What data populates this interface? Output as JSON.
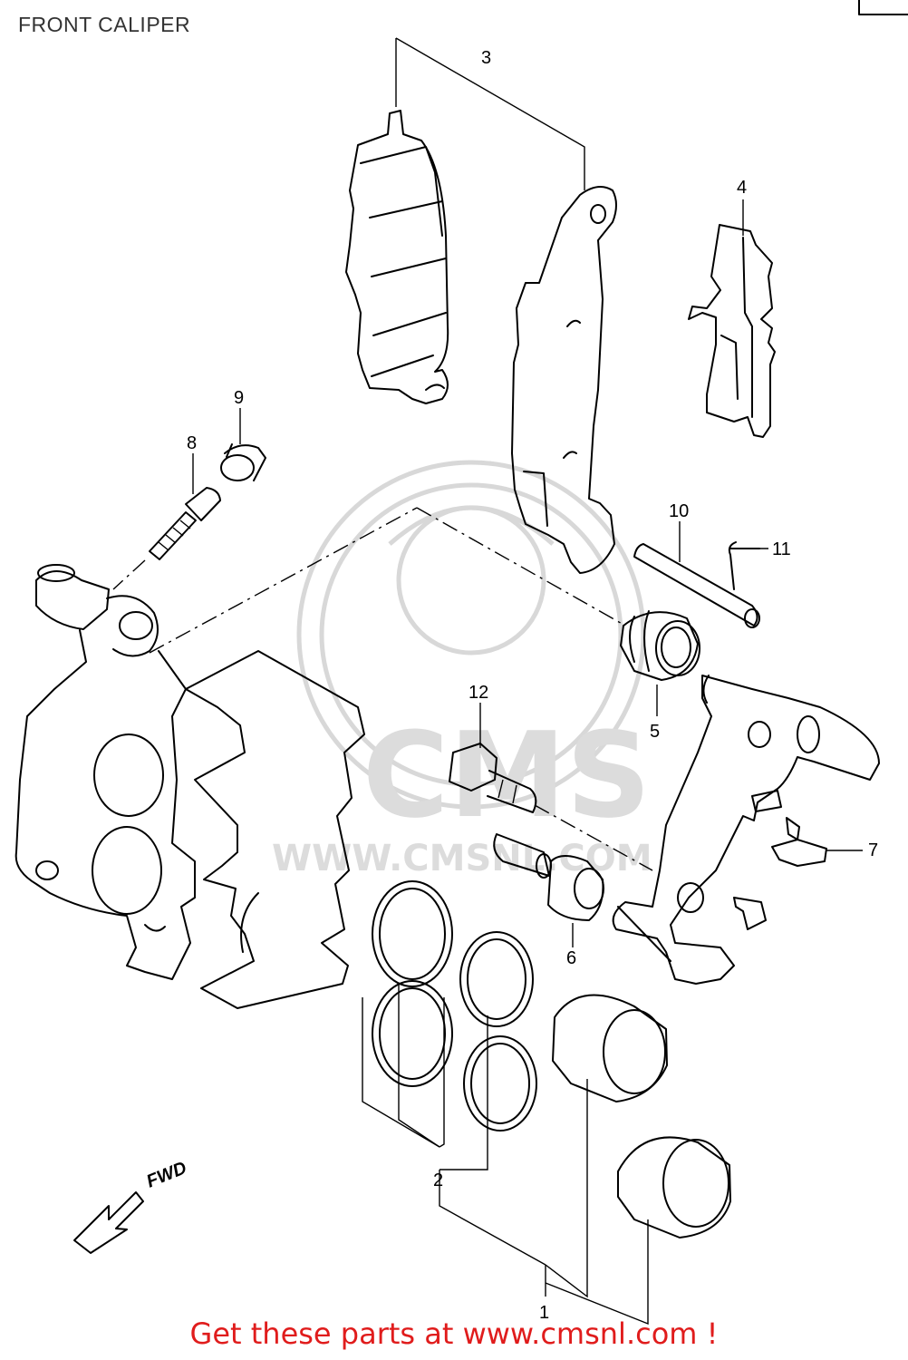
{
  "title": "FRONT CALIPER",
  "footer": "Get these parts at www.cmsnl.com !",
  "direction_label": "FWD",
  "watermark": {
    "logo_text": "CMS",
    "url_text": "WWW.CMSNL.COM"
  },
  "callouts": [
    "1",
    "2",
    "3",
    "4",
    "5",
    "6",
    "7",
    "8",
    "9",
    "10",
    "11",
    "12"
  ],
  "colors": {
    "footer": "#e01c1c",
    "title": "#333333",
    "lines": "#000000",
    "watermark": "#d8d8d8"
  }
}
